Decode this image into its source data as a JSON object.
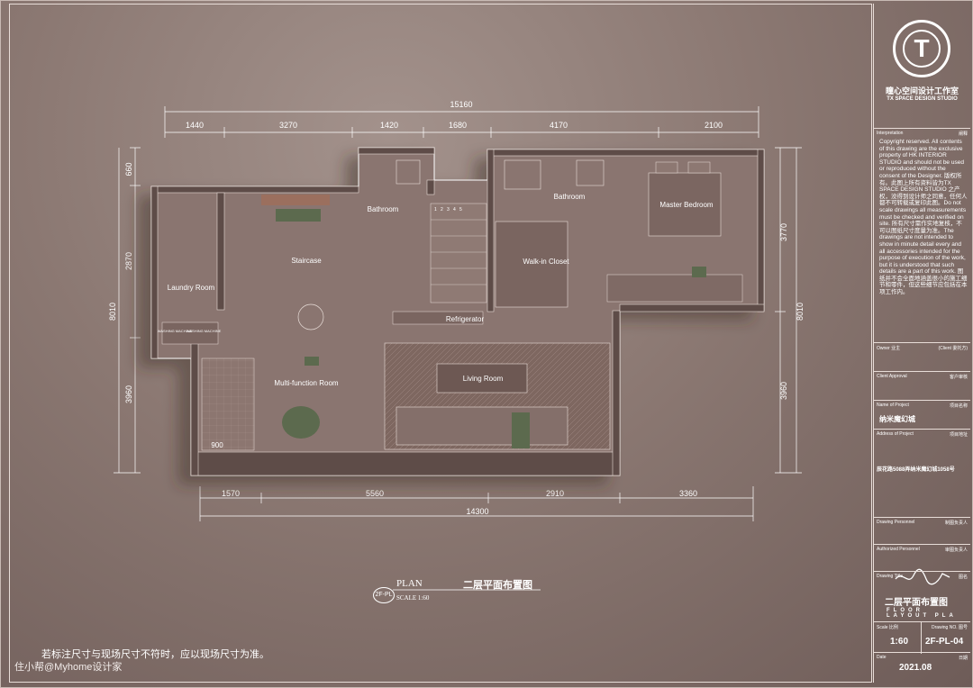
{
  "dimensions": {
    "top_total": "15160",
    "top_segments": [
      "1440",
      "3270",
      "1420",
      "1680",
      "4170",
      "2100"
    ],
    "left_segments": [
      "660",
      "2870",
      "8010",
      "3960"
    ],
    "right_segments": [
      "3770",
      "8010",
      "3960"
    ],
    "bottom_segments": [
      "1570",
      "5560",
      "2910",
      "3360"
    ],
    "bottom_total": "14300",
    "inner_900": "900"
  },
  "rooms": {
    "bathroom_left": "Bathroom",
    "bathroom_right": "Bathroom",
    "master_bedroom": "Master Bedroom",
    "staircase": "Staircase",
    "walk_in_closet": "Walk-in Closet",
    "laundry_room": "Laundry Room",
    "refrigerator": "Refrigerator",
    "living_room": "Living Room",
    "multi_function_room": "Multi-function Room",
    "washing_machine_1": "WASHING MACHINE",
    "washing_machine_2": "WASHING MACHINE"
  },
  "stair_numbers": [
    "1",
    "2",
    "3",
    "4",
    "5"
  ],
  "plan": {
    "tag": "2F-PL",
    "title": "PLAN",
    "title_cn": "二层平面布置图",
    "scale": "SCALE 1:60"
  },
  "notes": {
    "bottom_note": "若标注尺寸与现场尺寸不符时，应以现场尺寸为准。",
    "watermark": "住小帮@Myhome设计家"
  },
  "title_block": {
    "logo_letter": "T",
    "studio_cn": "瞳心空间设计工作室",
    "studio_en": "TX SPACE DESIGN STUDIO",
    "interpretation_label": "Interpretation",
    "interpretation_cn": "阐释",
    "copyright": "Copyright reserved. All contents of this drawing are the exclusive property of HK INTERIOR STUDIO and should not be used or reproduced without the consent of the Designer. 版权所有。此图上所有资料皆为TX SPACE DESIGN STUDIO 之产权，没得到设计师之同意，任何人都不可转载或复印此图。Do not scale drawings all measurements must be checked and verified on site. 所有尺寸需作实地复核，不可以图纸尺寸度量为准。The drawings are not intended to show in minute detail every and all accessories intended for the purpose of execution of the work, but it is understood that such details are a part of this work. 图纸并不会全面地涵盖很小的施工细节和零件，但这些细节应包括在本项工作内。",
    "owner_label": "Owner 业主",
    "owner_right": "(Client 委托方)",
    "client_approval_label": "Client Approval",
    "client_approval_right": "客户审核",
    "project_label": "Name of Project",
    "project_right": "项目名称",
    "project_name": "纳米魔幻城",
    "address_label": "Address of Project",
    "address_right": "项目地址",
    "address": "辰花路5088弄纳米魔幻城1058号",
    "drawing_personnel_label": "Drawing Personnel",
    "drawing_personnel_right": "制图负责人",
    "authorized_label": "Authorized Personnel",
    "authorized_right": "审图负责人",
    "drawing_title_label": "Drawing Title",
    "drawing_title_right": "图名",
    "drawing_title_cn": "二层平面布置图",
    "drawing_title_en": "FLOOR LAYOUT PLA",
    "scale_label": "Scale 比例",
    "drawing_no_label": "Drawing NO. 图号",
    "scale_value": "1:60",
    "drawing_no": "2F-PL-04",
    "date_label": "Date",
    "date_right": "日期",
    "date": "2021.08"
  }
}
